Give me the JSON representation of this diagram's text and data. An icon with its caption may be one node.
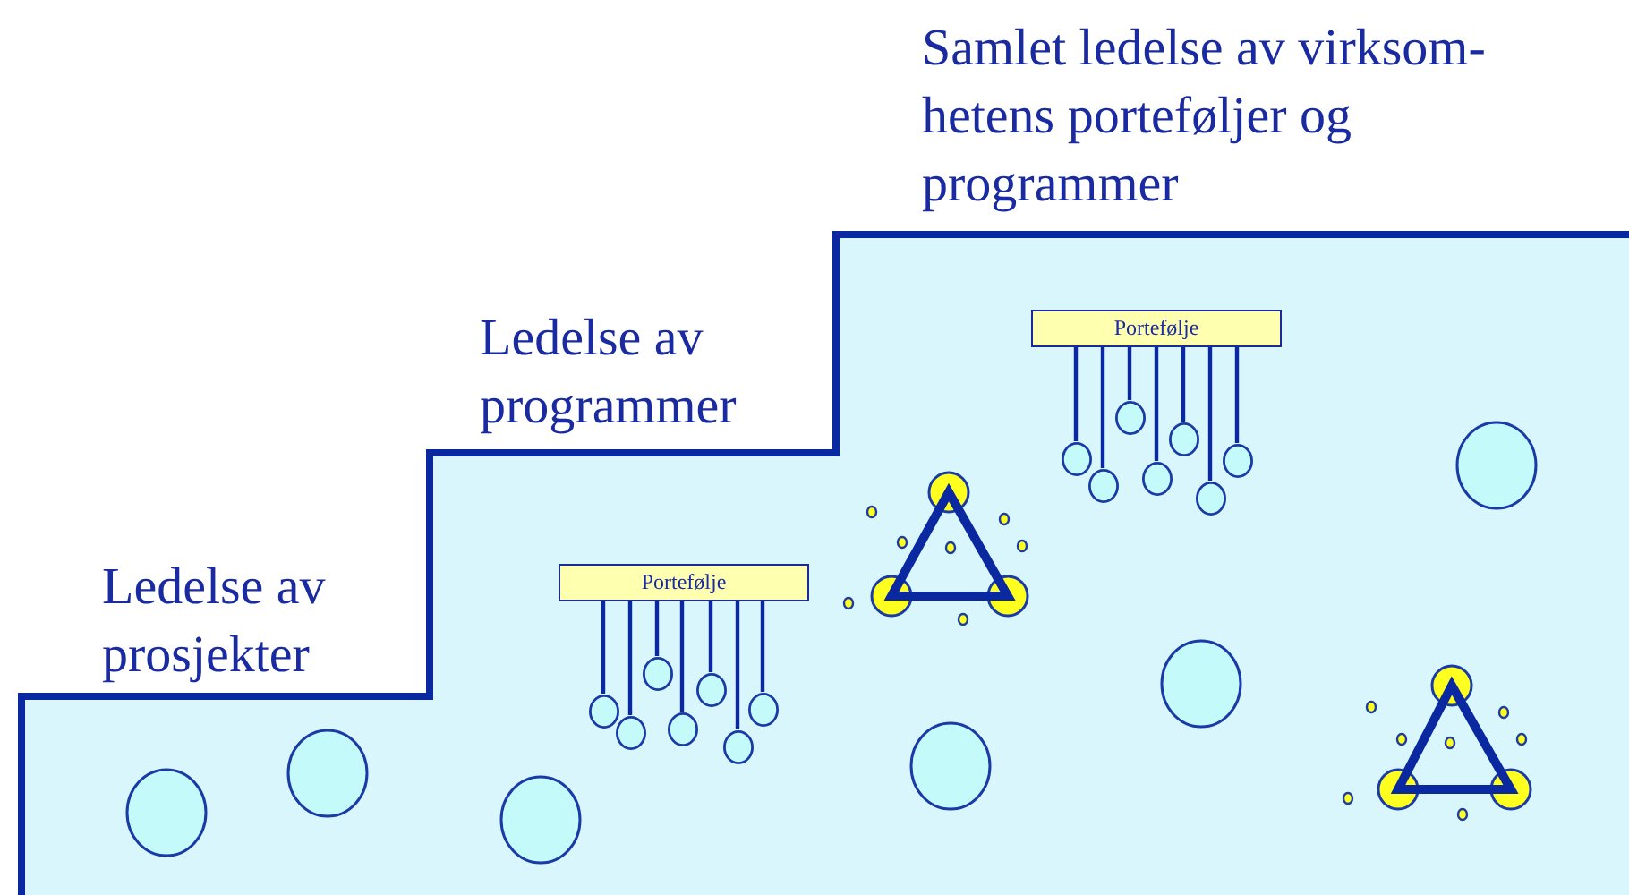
{
  "diagram": {
    "nodes": [
      {
        "text": [
          "Portefølje"
        ]
      },
      {
        "text": [],
        "shape": "circle"
      },
      {
        "text": [],
        "shape": "circle"
      },
      {
        "text": [],
        "shape": "circle"
      },
      {
        "text": [],
        "shape": "circle"
      },
      {
        "text": [],
        "shape": "circle"
      },
      {
        "text": [],
        "shape": "circle"
      },
      {
        "text": [],
        "shape": "circle"
      },
      {
        "text": [
          "Portefølje"
        ]
      },
      {
        "text": [],
        "shape": "circle"
      },
      {
        "text": [],
        "shape": "circle"
      },
      {
        "text": [],
        "shape": "circle"
      },
      {
        "text": [],
        "shape": "circle"
      },
      {
        "text": [],
        "shape": "circle"
      },
      {
        "text": [],
        "shape": "circle"
      },
      {
        "text": [],
        "shape": "circle"
      }
    ],
    "edges": [
      {
        "from": 0,
        "to": 1,
        "arrow": "none"
      },
      {
        "from": 0,
        "to": 2,
        "arrow": "none"
      },
      {
        "from": 0,
        "to": 3,
        "arrow": "none"
      },
      {
        "from": 0,
        "to": 4,
        "arrow": "none"
      },
      {
        "from": 0,
        "to": 5,
        "arrow": "none"
      },
      {
        "from": 0,
        "to": 6,
        "arrow": "none"
      },
      {
        "from": 0,
        "to": 7,
        "arrow": "none"
      },
      {
        "from": 8,
        "to": 9,
        "arrow": "none"
      },
      {
        "from": 8,
        "to": 10,
        "arrow": "none"
      },
      {
        "from": 8,
        "to": 11,
        "arrow": "none"
      },
      {
        "from": 8,
        "to": 12,
        "arrow": "none"
      },
      {
        "from": 8,
        "to": 13,
        "arrow": "none"
      },
      {
        "from": 8,
        "to": 14,
        "arrow": "none"
      },
      {
        "from": 8,
        "to": 15,
        "arrow": "none"
      }
    ],
    "labels": [
      "Samlet ledelse av virksom-hetens porteføljer og programmer",
      "Ledelse av programmer",
      "Ledelse av prosjekter"
    ]
  }
}
